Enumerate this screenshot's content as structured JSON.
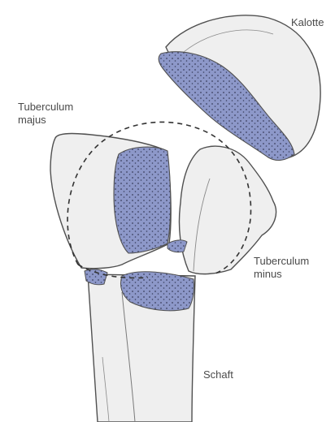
{
  "labels": {
    "kalotte": "Kalotte",
    "tuberculum_majus": [
      "Tuberculum",
      "majus"
    ],
    "tuberculum_minus": [
      "Tuberculum",
      "minus"
    ],
    "schaft": "Schaft"
  },
  "colors": {
    "bone_fill": "#efefef",
    "bone_outline": "#505050",
    "cancellous_fill": "#8d98c9",
    "cancellous_dots": "#3a3f5e",
    "label_text": "#4a4a4a"
  }
}
